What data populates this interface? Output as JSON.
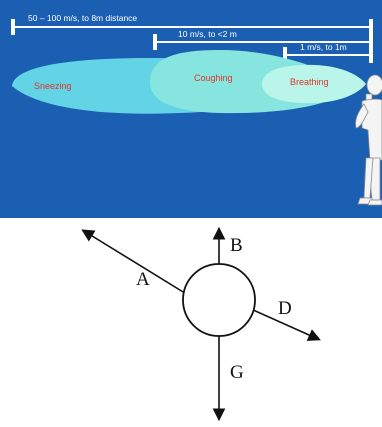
{
  "droplet_panel": {
    "colors": {
      "background": "#1b5fb3",
      "sneeze_cloud": "#63d3e6",
      "cough_cloud": "#86e6df",
      "breath_cloud": "#b9f5e8",
      "cloud_label": "#e2362a",
      "range_line": "#ffffff"
    },
    "ranges": [
      {
        "label": "50 – 100 m/s, to 8m distance"
      },
      {
        "label": "10 m/s, to <2 m"
      },
      {
        "label": "1 m/s, to 1m"
      }
    ],
    "clouds": [
      {
        "label": "Sneezing"
      },
      {
        "label": "Coughing"
      },
      {
        "label": "Breathing"
      }
    ],
    "figure_icon": "standing-person-icon"
  },
  "vector_diagram": {
    "colors": {
      "stroke": "#111111"
    },
    "center_icon": "circle-body-icon",
    "arrows": [
      {
        "label": "A",
        "direction": "up-left"
      },
      {
        "label": "B",
        "direction": "up"
      },
      {
        "label": "D",
        "direction": "down-right"
      },
      {
        "label": "G",
        "direction": "down"
      }
    ]
  }
}
